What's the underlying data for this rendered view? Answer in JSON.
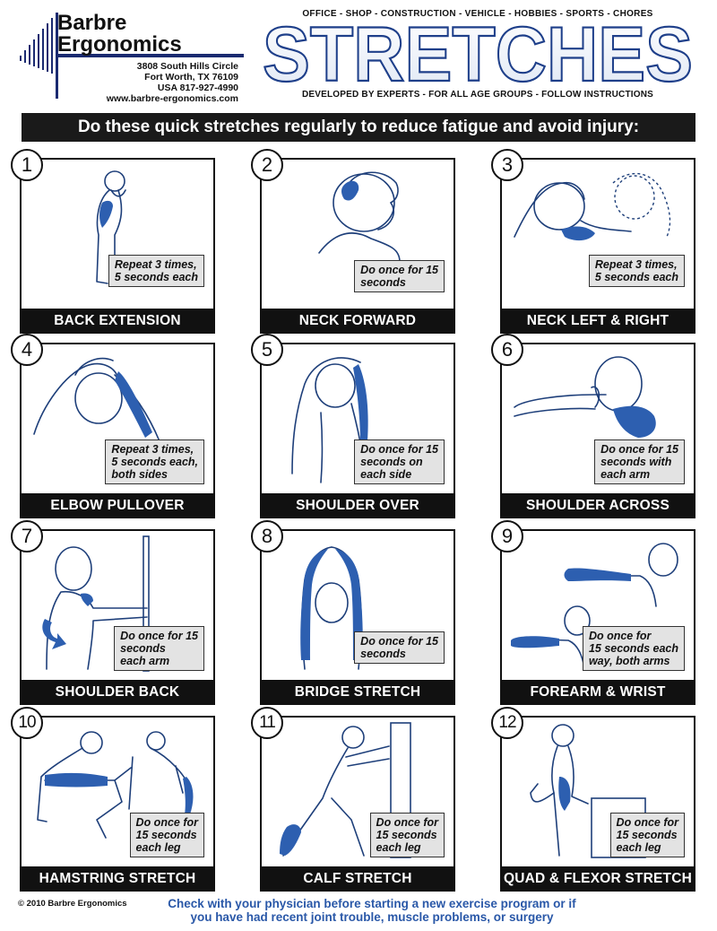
{
  "header": {
    "brand_line1": "Barbre",
    "brand_line2": "Ergonomics",
    "address_line1": "3808 South Hills Circle",
    "address_line2": "Fort Worth, TX  76109",
    "address_line3": "USA  817-927-4990",
    "website": "www.barbre-ergonomics.com",
    "tagline_top": "OFFICE - SHOP - CONSTRUCTION - VEHICLE - HOBBIES - SPORTS - CHORES",
    "title": "STRETCHES",
    "tagline_bottom": "DEVELOPED BY EXPERTS - FOR ALL AGE GROUPS - FOLLOW INSTRUCTIONS"
  },
  "banner": "Do these quick stretches regularly to reduce fatigue and avoid injury:",
  "stretches": [
    {
      "number": "1",
      "name": "BACK EXTENSION",
      "instruction": "Repeat 3 times,\n5 seconds each"
    },
    {
      "number": "2",
      "name": "NECK FORWARD",
      "instruction": "Do once for 15\nseconds"
    },
    {
      "number": "3",
      "name": "NECK LEFT & RIGHT",
      "instruction": "Repeat 3 times,\n5 seconds each"
    },
    {
      "number": "4",
      "name": "ELBOW PULLOVER",
      "instruction": "Repeat 3 times,\n5 seconds each,\nboth sides"
    },
    {
      "number": "5",
      "name": "SHOULDER OVER",
      "instruction": "Do once for 15\nseconds on\neach side"
    },
    {
      "number": "6",
      "name": "SHOULDER ACROSS",
      "instruction": "Do once for 15\nseconds with\neach arm"
    },
    {
      "number": "7",
      "name": "SHOULDER BACK",
      "instruction": "Do once for 15\nseconds\neach arm"
    },
    {
      "number": "8",
      "name": "BRIDGE STRETCH",
      "instruction": "Do once for 15\nseconds"
    },
    {
      "number": "9",
      "name": "FOREARM & WRIST",
      "instruction": "Do once for\n15 seconds each\nway, both arms"
    },
    {
      "number": "10",
      "name": "HAMSTRING STRETCH",
      "instruction": "Do once for\n15 seconds\neach leg"
    },
    {
      "number": "11",
      "name": "CALF STRETCH",
      "instruction": "Do once for\n15 seconds\neach leg"
    },
    {
      "number": "12",
      "name": "QUAD & FLEXOR STRETCH",
      "instruction": "Do once for\n15 seconds\neach leg"
    }
  ],
  "footer": {
    "copyright": "© 2010 Barbre Ergonomics",
    "disclaimer_line1": "Check with your physician before starting a new exercise program or if",
    "disclaimer_line2": "you have had recent joint trouble, muscle problems, or surgery"
  },
  "colors": {
    "accent_blue": "#2d5fb0",
    "outline_blue": "#1e3f7a",
    "label_black": "#111111",
    "note_gray": "#e3e3e3",
    "disclaimer_blue": "#2a58a8"
  }
}
